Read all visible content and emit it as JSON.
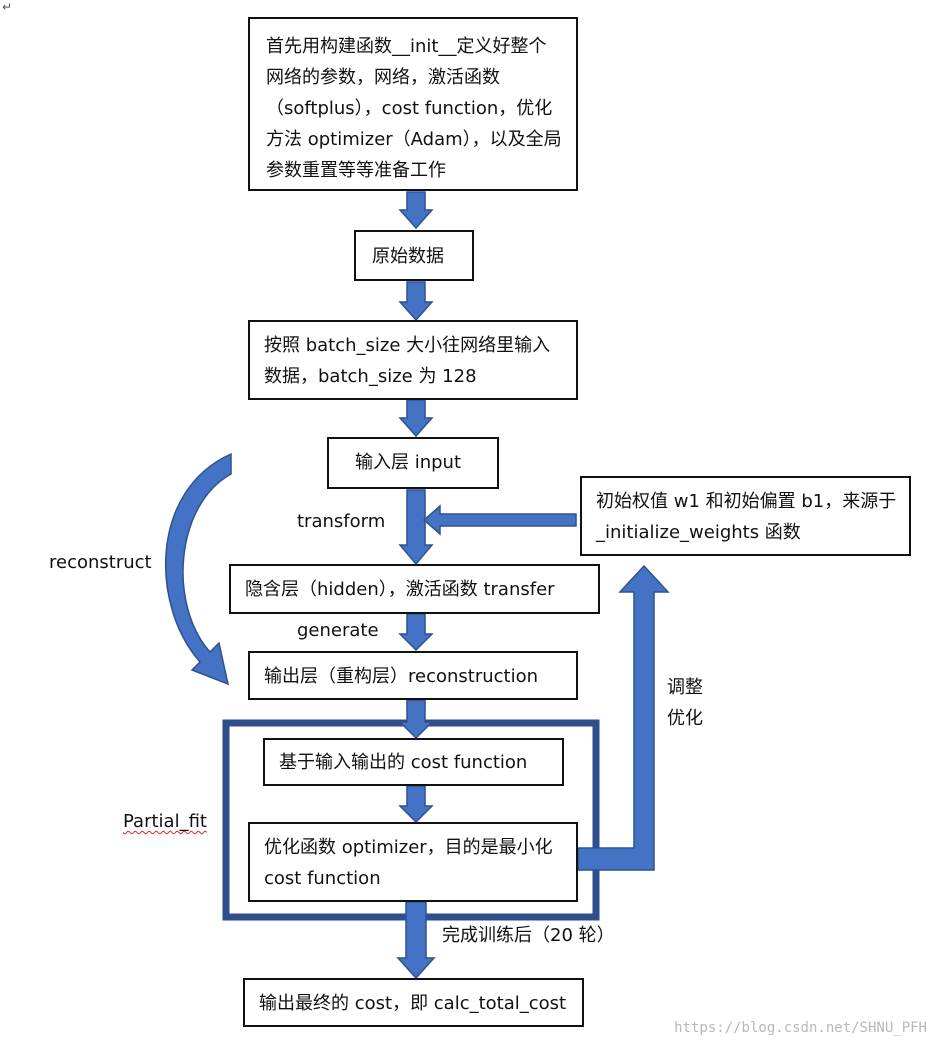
{
  "colors": {
    "arrow": "#4472c4",
    "arrow_stroke": "#2f528f",
    "partial_frame": "#2f4e8e",
    "box_border": "#111111"
  },
  "boxes": {
    "init": "首先用构建函数__init__定义好整个网络的参数，网络，激活函数（softplus），cost function，优化方法 optimizer（Adam），以及全局参数重置等等准备工作",
    "raw": "原始数据",
    "batch": "按照 batch_size 大小往网络里输入数据，batch_size 为 128",
    "input": "输入层 input",
    "hidden": "隐含层（hidden），激活函数 transfer",
    "output": "输出层（重构层）reconstruction",
    "cost": "基于输入输出的 cost function",
    "optimizer": "优化函数 optimizer，目的是最小化 cost function",
    "weights": "初始权值 w1 和初始偏置 b1，来源于_initialize_weights 函数",
    "final": "输出最终的 cost，即 calc_total_cost"
  },
  "labels": {
    "transform": "transform",
    "generate": "generate",
    "reconstruct": "reconstruct",
    "partial_fit": "Partial_fit",
    "adjust_line1": "调整",
    "adjust_line2": "优化",
    "training_done": "完成训练后（20 轮）"
  },
  "para_mark": "↵",
  "corner_mark": "↵",
  "watermark": "https://blog.csdn.net/SHNU_PFH"
}
